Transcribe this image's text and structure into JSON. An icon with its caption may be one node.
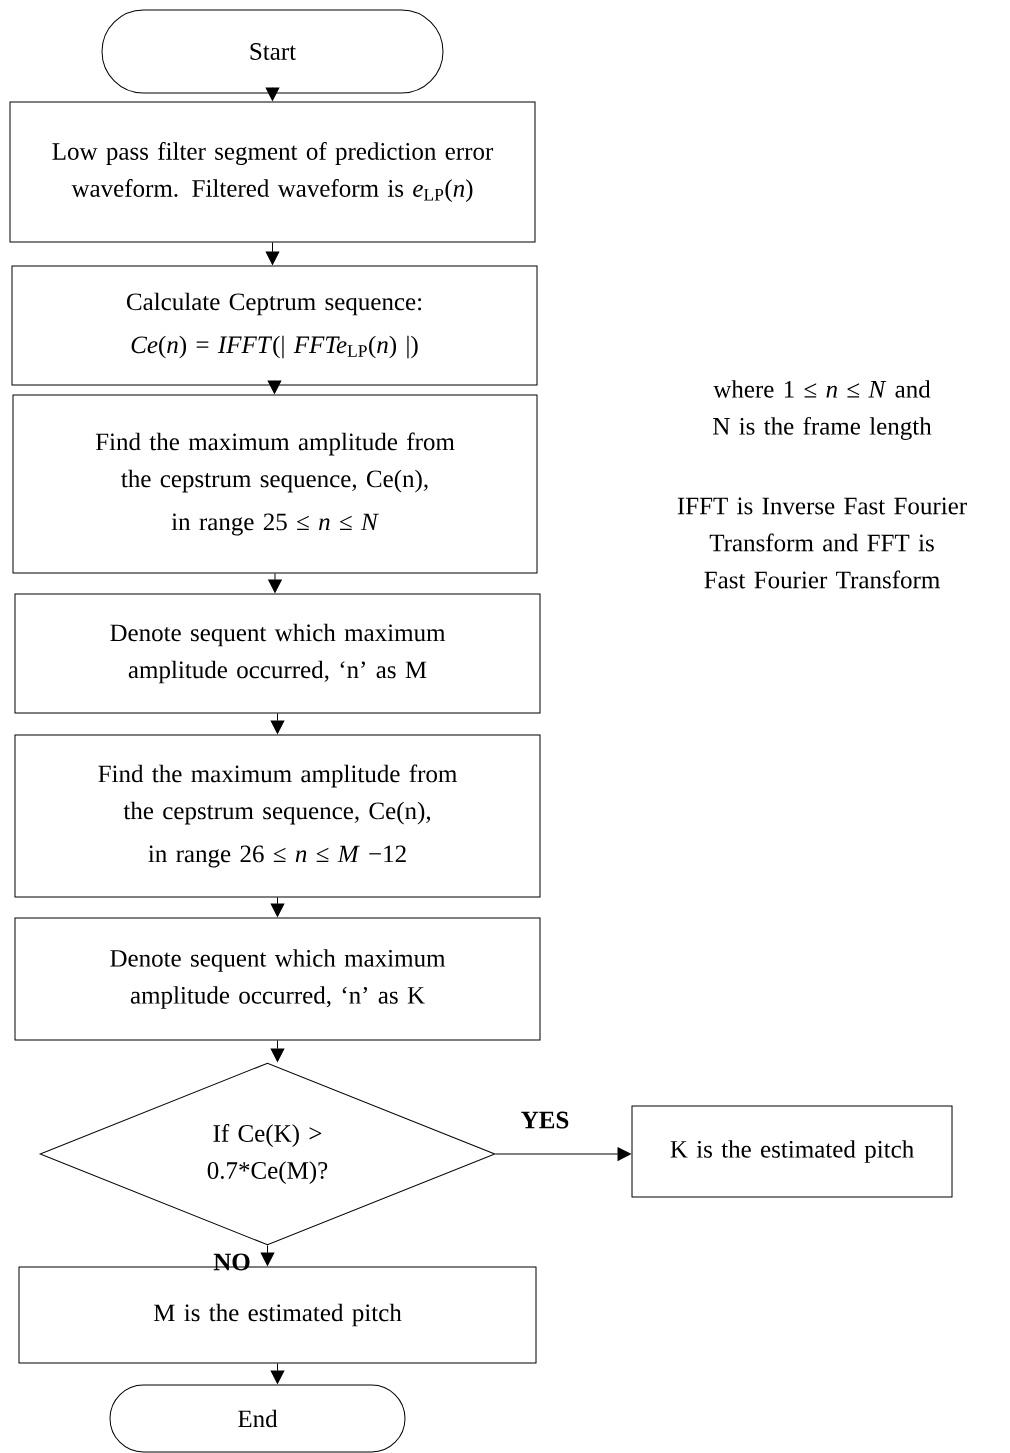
{
  "diagram": {
    "nodes": [
      {
        "text": [
          "Start"
        ]
      },
      {
        "text": [
          "Low pass filter segment of prediction error waveform. Filtered waveform is *e*$_{LP}$(*n*)"
        ]
      },
      {
        "text": [
          "Calculate Ceptrum sequence:",
          "*Ce*(*n*) = *IFFT*(| *FFTe*$_{LP}$(*n*) |)"
        ]
      },
      {
        "text": [
          "Find the maximum amplitude from the cepstrum sequence, Ce(n),",
          "in range 25 ≤ *n* ≤ *N*"
        ]
      },
      {
        "text": [
          "Denote sequent which maximum amplitude occurred, ‘n’ as M"
        ]
      },
      {
        "text": [
          "Find the maximum amplitude from the cepstrum sequence, Ce(n),",
          "in range 26 ≤ *n* ≤ *M* −12"
        ]
      },
      {
        "text": [
          "Denote sequent which maximum amplitude occurred, ‘n’ as K"
        ]
      },
      {
        "text": [
          "If Ce(K) > 0.7*Ce(M)?"
        ]
      },
      {
        "text": [
          "K is the estimated pitch"
        ]
      },
      {
        "text": [
          "M is the estimated pitch"
        ]
      },
      {
        "text": [
          "End"
        ]
      }
    ],
    "edges": [
      {
        "from": 0,
        "to": 1,
        "arrow": "to"
      },
      {
        "from": 1,
        "to": 2,
        "arrow": "to"
      },
      {
        "from": 2,
        "to": 3,
        "arrow": "to"
      },
      {
        "from": 3,
        "to": 4,
        "arrow": "to"
      },
      {
        "from": 4,
        "to": 5,
        "arrow": "to"
      },
      {
        "from": 5,
        "to": 6,
        "arrow": "to"
      },
      {
        "from": 6,
        "to": 7,
        "arrow": "to"
      },
      {
        "from": 7,
        "to": 8,
        "arrow": "to",
        "label": "YES"
      },
      {
        "from": 7,
        "to": 9,
        "arrow": "to",
        "label": "NO"
      },
      {
        "from": 9,
        "to": 10,
        "arrow": "to"
      }
    ],
    "labels": [
      "where 1 ≤ *n* ≤ *N* and N is the frame length",
      "IFFT is Inverse Fast Fourier Transform and FFT is Fast Fourier Transform"
    ]
  }
}
